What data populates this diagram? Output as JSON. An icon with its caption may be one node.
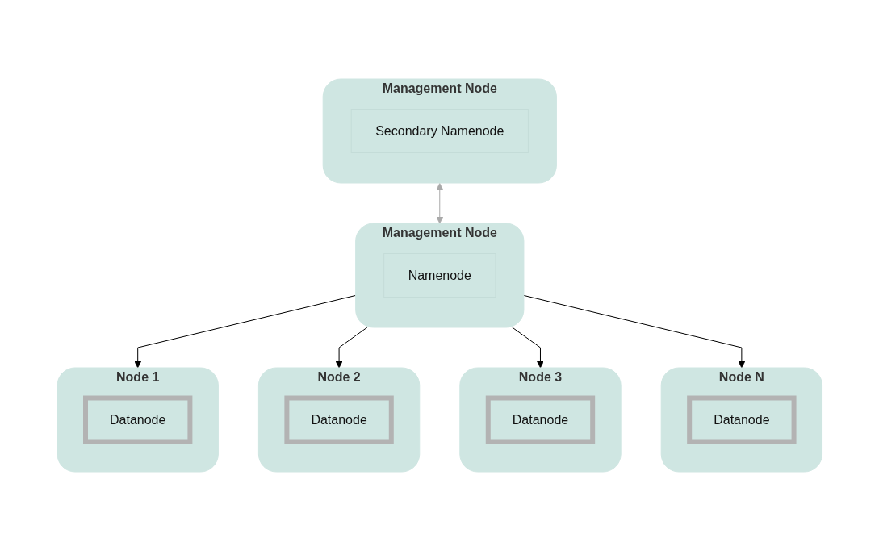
{
  "diagram": {
    "nodes": [
      {
        "text": [
          "Management Node"
        ]
      },
      {
        "text": [
          "Secondary Namenode"
        ],
        "in": 0
      },
      {
        "text": [
          "Management Node"
        ]
      },
      {
        "text": [
          "Namenode"
        ],
        "in": 2
      },
      {
        "text": [
          "Node 1"
        ]
      },
      {
        "text": [
          "Datanode"
        ],
        "in": 4
      },
      {
        "text": [
          "Node 2"
        ]
      },
      {
        "text": [
          "Datanode"
        ],
        "in": 6
      },
      {
        "text": [
          "Node 3"
        ]
      },
      {
        "text": [
          "Datanode"
        ],
        "in": 8
      },
      {
        "text": [
          "Node N"
        ]
      },
      {
        "text": [
          "Datanode"
        ],
        "in": 10
      }
    ],
    "edges": [
      {
        "from": 0,
        "to": 2,
        "arrow": "both",
        "color": "#aaaaaa"
      },
      {
        "from": 2,
        "to": 4,
        "arrow": "to"
      },
      {
        "from": 2,
        "to": 6,
        "arrow": "to"
      },
      {
        "from": 2,
        "to": 8,
        "arrow": "to"
      },
      {
        "from": 2,
        "to": 10,
        "arrow": "to"
      }
    ]
  }
}
